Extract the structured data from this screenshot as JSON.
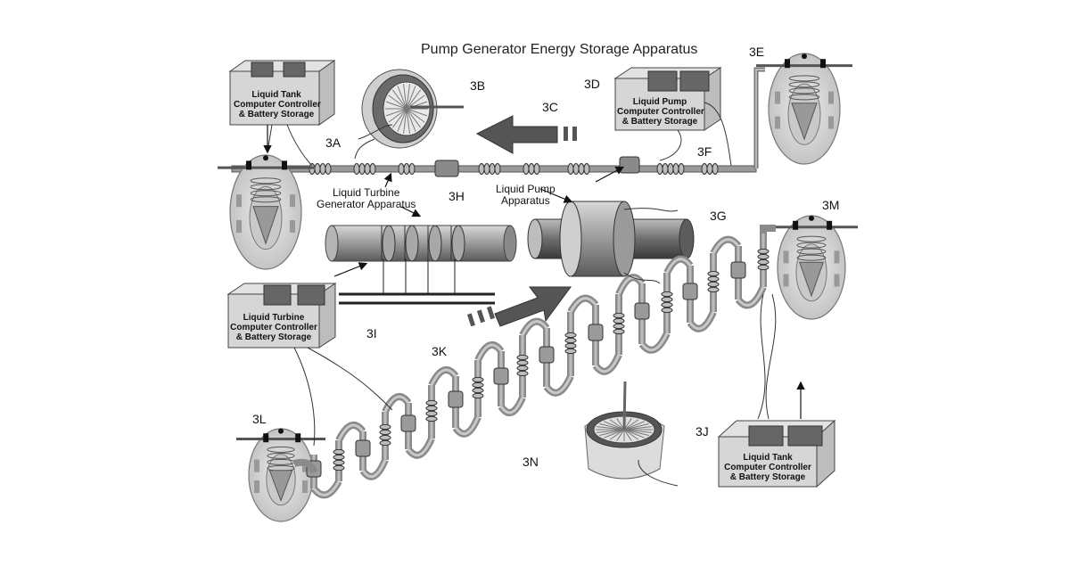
{
  "title": "Pump Generator Energy Storage Apparatus",
  "refs": {
    "r3A": "3A",
    "r3B": "3B",
    "r3C": "3C",
    "r3D": "3D",
    "r3E": "3E",
    "r3F": "3F",
    "r3G": "3G",
    "r3H": "3H",
    "r3I": "3I",
    "r3J": "3J",
    "r3K": "3K",
    "r3L": "3L",
    "r3M": "3M",
    "r3N": "3N"
  },
  "boxes": {
    "tank_top": [
      "Liquid Tank",
      "Computer Controller",
      "& Battery Storage"
    ],
    "pump": [
      "Liquid Pump",
      "Computer Controller",
      "& Battery Storage"
    ],
    "turbine": [
      "Liquid Turbine",
      "Computer Controller",
      "& Battery Storage"
    ],
    "tank_bottom": [
      "Liquid Tank",
      "Computer Controller",
      "& Battery Storage"
    ]
  },
  "labels": {
    "turbine_gen": [
      "Liquid Turbine",
      "Generator Apparatus"
    ],
    "pump_app": [
      "Liquid Pump",
      "Apparatus"
    ]
  }
}
